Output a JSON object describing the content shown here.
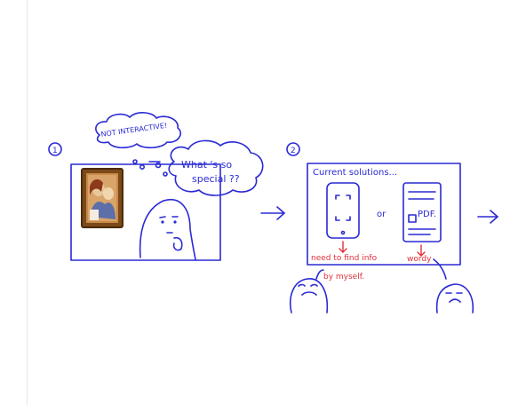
{
  "step1": {
    "number": "1",
    "speech_label": "NOT INTERACTIVE!",
    "thought_text_line1": "What 's so",
    "thought_text_line2": "special ??"
  },
  "step2": {
    "number": "2",
    "title": "Current solutions...",
    "or_label": "or",
    "pdf_label": "PDF.",
    "note_left_line1": "need to find info",
    "note_left_line2": "by myself.",
    "note_right": "wordy"
  },
  "colors": {
    "ink": "#2a2ad4",
    "annotation": "#e0303a"
  }
}
